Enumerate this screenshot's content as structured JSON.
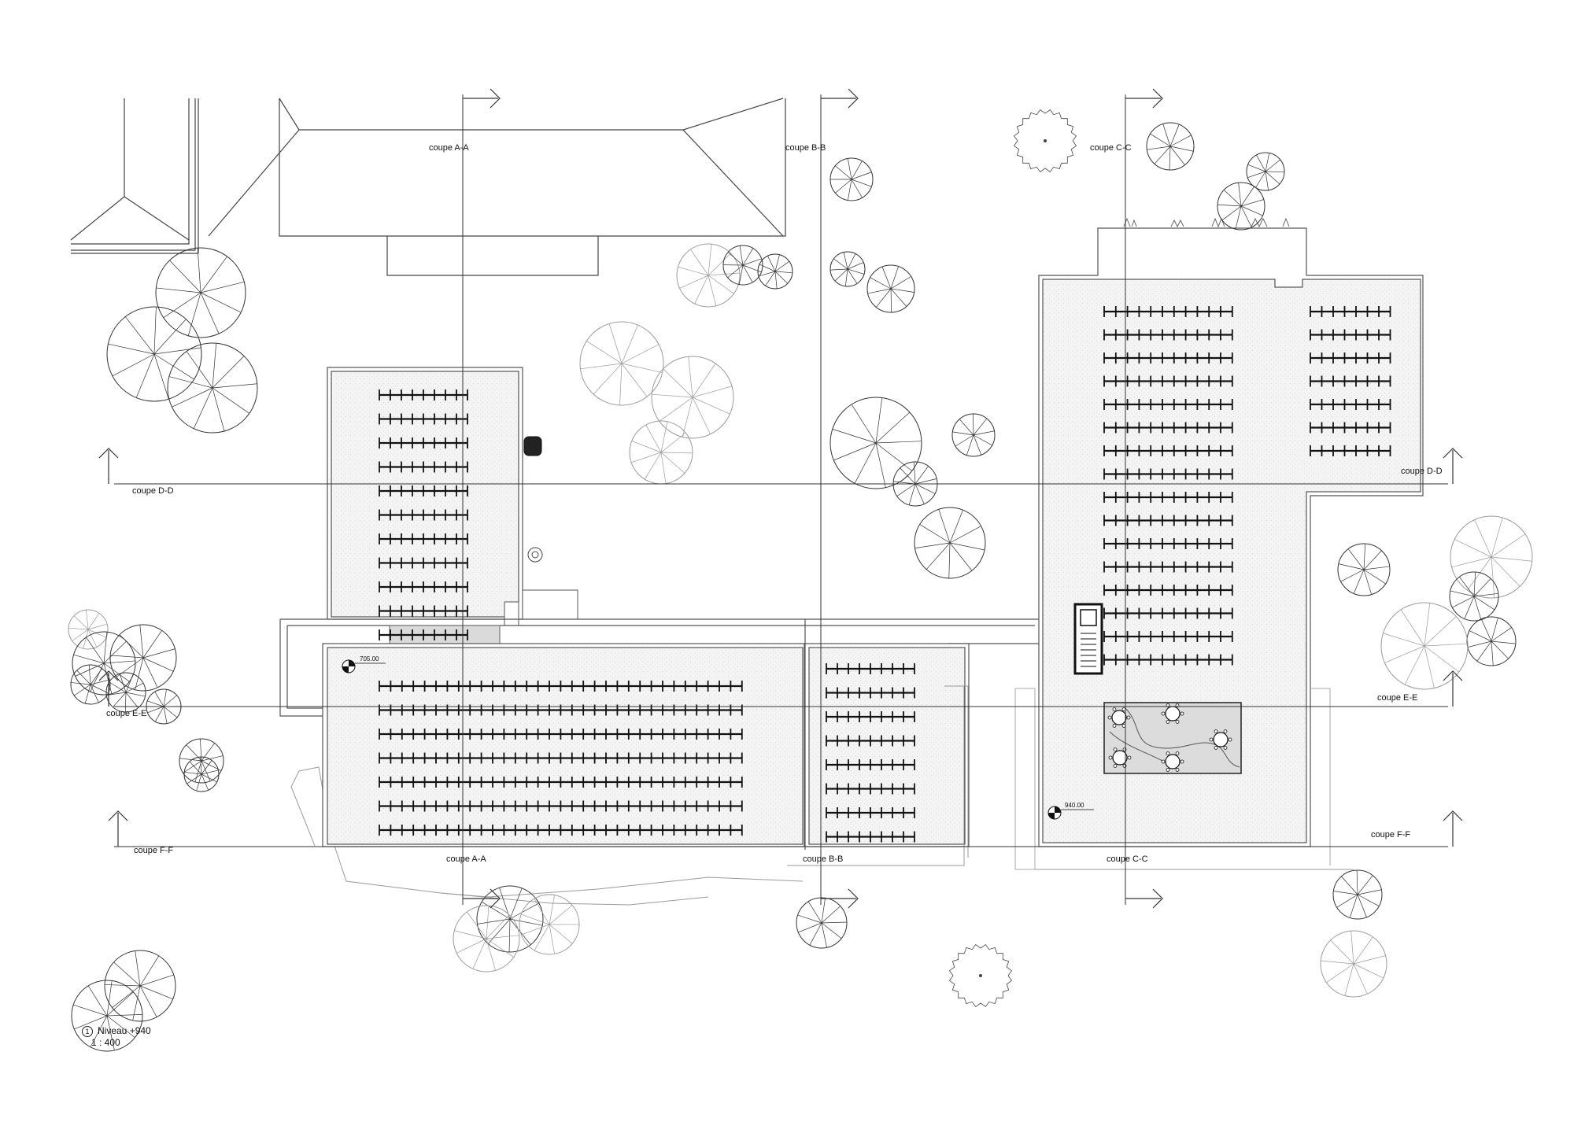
{
  "drawing": {
    "title": "Niveau +940",
    "number": "1",
    "scale": "1 : 400"
  },
  "section_labels": {
    "aa_top": "coupe A-A",
    "aa_bottom": "coupe A-A",
    "bb_top": "coupe B-B",
    "bb_bottom": "coupe B-B",
    "cc_top": "coupe C-C",
    "cc_bottom": "coupe C-C",
    "dd_left": "coupe D-D",
    "dd_right": "coupe D-D",
    "ee_left": "coupe E-E",
    "ee_right": "coupe E-E",
    "ff_left": "coupe F-F",
    "ff_right": "coupe F-F"
  },
  "levels": {
    "west": "705.00",
    "east": "940.00"
  },
  "icons": {
    "tree": "tree-plan-symbol",
    "section_arrow": "section-arrow-icon",
    "level_marker": "level-marker-icon",
    "stair": "stair-icon"
  },
  "colors": {
    "line": "#222222",
    "light_line": "#9a9a9a",
    "roof_fill": "#f2f2f2",
    "terrace_fill": "#f5f5f5",
    "patio_fill": "#dcdcdc"
  }
}
